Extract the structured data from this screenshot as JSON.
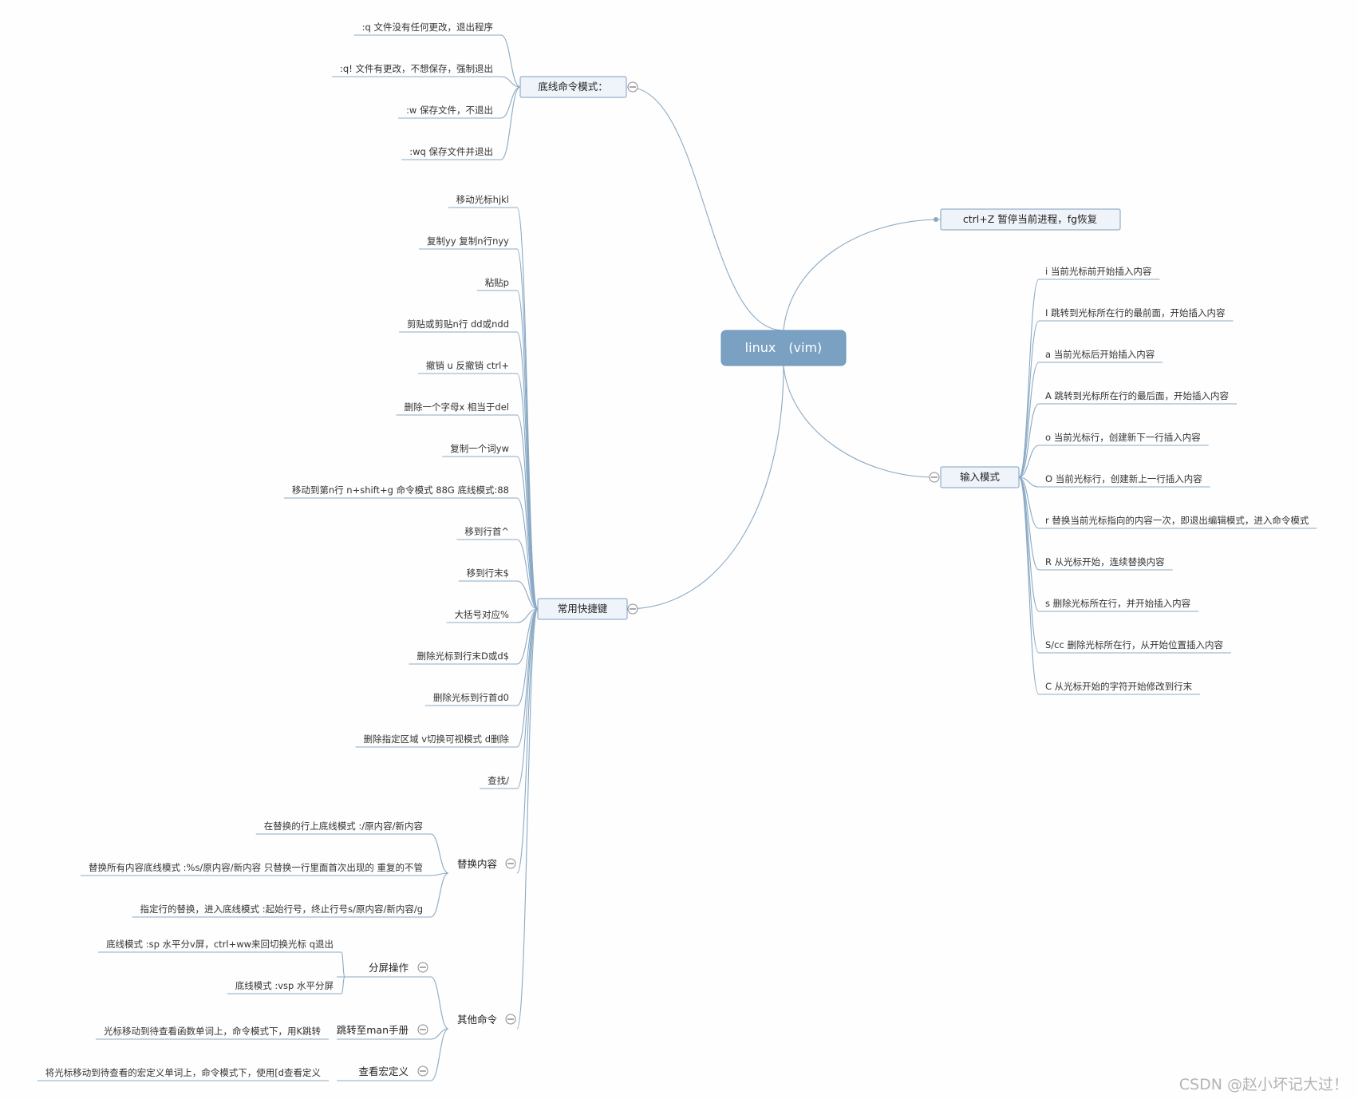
{
  "root": "linux　(vim)",
  "branches": {
    "bottom_line": {
      "label": "底线命令模式：",
      "children": [
        ":q 文件没有任何更改，退出程序",
        ":q! 文件有更改，不想保存，强制退出",
        ":w 保存文件，不退出",
        ":wq 保存文件并退出"
      ]
    },
    "shortcut": {
      "label": "常用快捷键",
      "children": [
        "移动光标hjkl",
        "复制yy 复制n行nyy",
        "粘贴p",
        "剪贴或剪贴n行 dd或ndd",
        "撤销 u 反撤销 ctrl+",
        "删除一个字母x 相当于del",
        "复制一个词yw",
        "移动到第n行 n+shift+g  命令模式 88G 底线模式:88",
        "移到行首^",
        "移到行末$",
        "大括号对应%",
        "删除光标到行末D或d$",
        "删除光标到行首d0",
        "删除指定区域 v切换可视模式 d删除",
        "查找/"
      ],
      "replace": {
        "label": "替换内容",
        "children": [
          "在替换的行上底线模式 :/原内容/新内容",
          "替换所有内容底线模式 :%s/原内容/新内容  只替换一行里面首次出现的 重复的不管",
          "指定行的替换，进入底线模式 :起始行号，终止行号s/原内容/新内容/g"
        ]
      },
      "other": {
        "label": "其他命令",
        "split": {
          "label": "分屏操作",
          "children": [
            "底线模式  :sp 水平分v屏，ctrl+ww来回切换光标 q退出",
            "底线模式 :vsp 水平分屏"
          ]
        },
        "man": {
          "label": "跳转至man手册",
          "children": [
            "光标移动到待查看函数单词上，命令模式下，用K跳转"
          ]
        },
        "macro": {
          "label": "查看宏定义",
          "children": [
            "将光标移动到待查看的宏定义单词上，命令模式下，使用[d查看定义"
          ]
        }
      }
    },
    "ctrlz": {
      "label": "ctrl+Z 暂停当前进程，fg恢复"
    },
    "insert": {
      "label": "输入模式",
      "children": [
        "i 当前光标前开始插入内容",
        "I 跳转到光标所在行的最前面，开始插入内容",
        "a 当前光标后开始插入内容",
        "A 跳转到光标所在行的最后面，开始插入内容",
        "o 当前光标行，创建新下一行插入内容",
        "O 当前光标行，创建新上一行插入内容",
        "r 替换当前光标指向的内容一次，即退出编辑模式，进入命令模式",
        "R 从光标开始，连续替换内容",
        "s 删除光标所在行，并开始插入内容",
        "S/cc 删除光标所在行，从开始位置插入内容",
        "C 从光标开始的字符开始修改到行末"
      ]
    }
  },
  "watermark": "CSDN @赵小坏记大过！",
  "colors": {
    "root": "#7aa0c2",
    "node_fill": "#eef4fa",
    "link": "#8aa9c4"
  }
}
